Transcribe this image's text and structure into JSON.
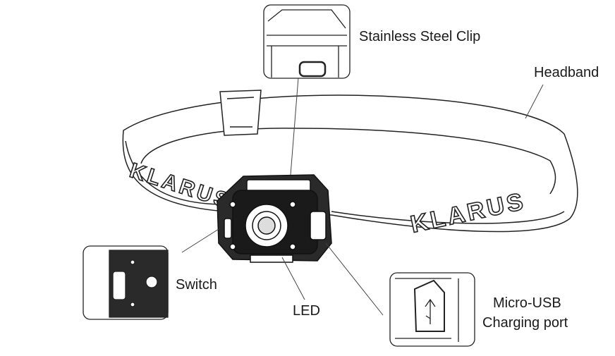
{
  "labels": {
    "clip": "Stainless Steel Clip",
    "headband": "Headband",
    "switch": "Switch",
    "led": "LED",
    "usb_line1": "Micro-USB",
    "usb_line2": "Charging port"
  },
  "brand": "KLARUS"
}
